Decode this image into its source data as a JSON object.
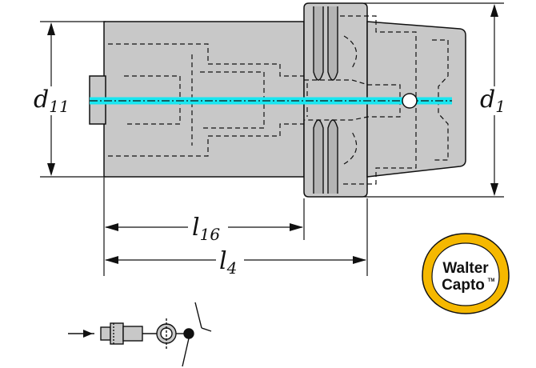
{
  "dimensions": {
    "d11": {
      "letter": "d",
      "sub": "11"
    },
    "d1": {
      "letter": "d",
      "sub": "1"
    },
    "l16": {
      "letter": "l",
      "sub": "16"
    },
    "l4": {
      "letter": "l",
      "sub": "4"
    }
  },
  "logo": {
    "line1": "Walter",
    "line2": "Capto",
    "tm": "TM"
  },
  "colors": {
    "body_fill": "#c8c8c8",
    "outline": "#111111",
    "coolant": "#19e6f0",
    "logo_ring": "#f5b800"
  },
  "icons": {
    "coolant_symbol": "coolant-path-icon"
  }
}
